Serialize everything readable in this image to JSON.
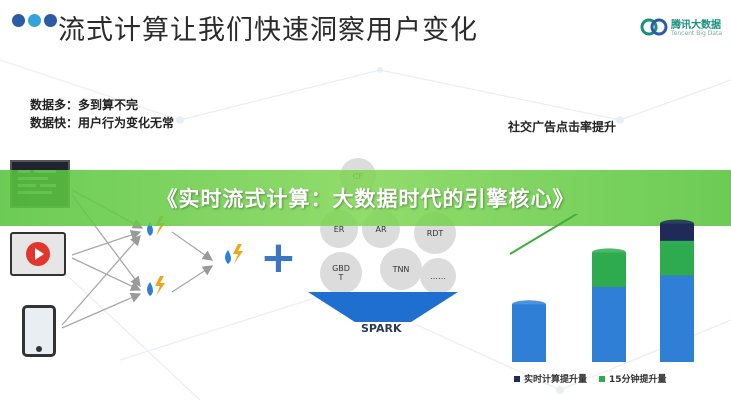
{
  "slide": {
    "title": "流式计算让我们快速洞察用户变化"
  },
  "logo": {
    "name_cn": "腾讯大数据",
    "name_en": "Tencent Big Data"
  },
  "notes": [
    "数据多：多到算不完",
    "数据快：用户行为变化无常"
  ],
  "banner": {
    "text": "《实时流式计算：大数据时代的引擎核心》"
  },
  "bubbles": [
    {
      "label": "CF"
    },
    {
      "label": "ER"
    },
    {
      "label": "AR"
    },
    {
      "label": "RDT"
    },
    {
      "label": "GBD\nT"
    },
    {
      "label": "TNN"
    },
    {
      "label": "……"
    }
  ],
  "funnel": {
    "label": "SPARK"
  },
  "chart": {
    "title": "社交广告点击率提升",
    "legend": [
      {
        "label": "实时计算提升量",
        "color": "#1f2a58"
      },
      {
        "label": "15分钟提升量",
        "color": "#2eab4f"
      }
    ]
  },
  "chart_data": {
    "type": "bar",
    "title": "社交广告点击率提升",
    "categories": [
      "",
      "",
      ""
    ],
    "series": [
      {
        "name": "",
        "values": [
          1.0,
          1.3,
          1.5
        ],
        "color": "#2f7fd6"
      },
      {
        "name": "15分钟提升量",
        "values": [
          0,
          0.6,
          0.6
        ],
        "color": "#2eab4f"
      },
      {
        "name": "实时计算提升量",
        "values": [
          0,
          0,
          0.3
        ],
        "color": "#1f2a58"
      }
    ],
    "stacked": true,
    "ylim": [
      0,
      2.6
    ]
  },
  "colors": {
    "banner": "#58c43e",
    "brand_blue": "#2c5ba6",
    "arrow_green": "#3fae3a"
  }
}
